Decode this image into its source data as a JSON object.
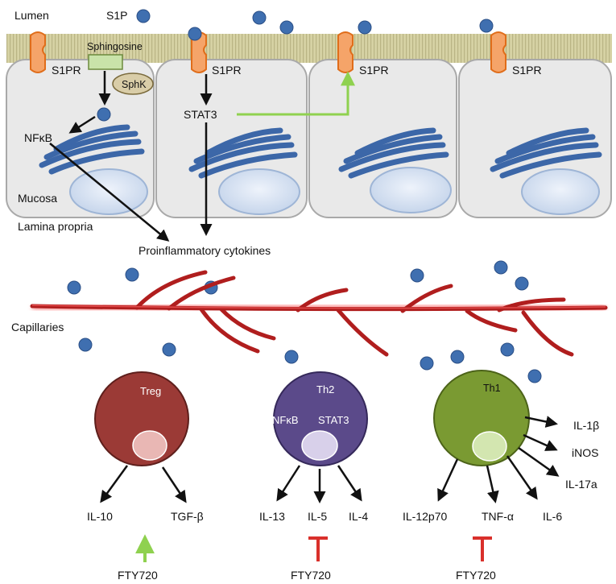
{
  "labels": {
    "lumen": "Lumen",
    "s1p": "S1P",
    "sphingosine": "Sphingosine",
    "sphk": "SphK",
    "s1pr": "S1PR",
    "stat3": "STAT3",
    "nfkb": "NFκB",
    "mucosa": "Mucosa",
    "lamina_propria": "Lamina propria",
    "proinflammatory": "Proinflammatory cytokines",
    "capillaries": "Capillaries"
  },
  "cells": {
    "treg": {
      "name": "Treg",
      "outputs": [
        "IL-10",
        "TGF-β"
      ],
      "drug": "FTY720",
      "drug_effect": "promotes",
      "color": "#9b3a36"
    },
    "th2": {
      "name": "Th2",
      "inner_labels": [
        "NFκB",
        "STAT3"
      ],
      "outputs": [
        "IL-13",
        "IL-5",
        "IL-4"
      ],
      "drug": "FTY720",
      "drug_effect": "inhibits",
      "color": "#5b4a8a"
    },
    "th1": {
      "name": "Th1",
      "outputs": [
        "IL-12p70",
        "TNF-α",
        "IL-6",
        "IL-17a",
        "iNOS",
        "IL-1β"
      ],
      "drug": "FTY720",
      "drug_effect": "inhibits",
      "color": "#7a9a32"
    }
  },
  "colors": {
    "activation_arrow": "#8fd14f",
    "inhibition": "#d9302b",
    "s1p_molecule": "#3f6fb0",
    "receptor": "#f5a469",
    "capillary": "#b01e1e",
    "membrane": "#d6d2a4"
  }
}
